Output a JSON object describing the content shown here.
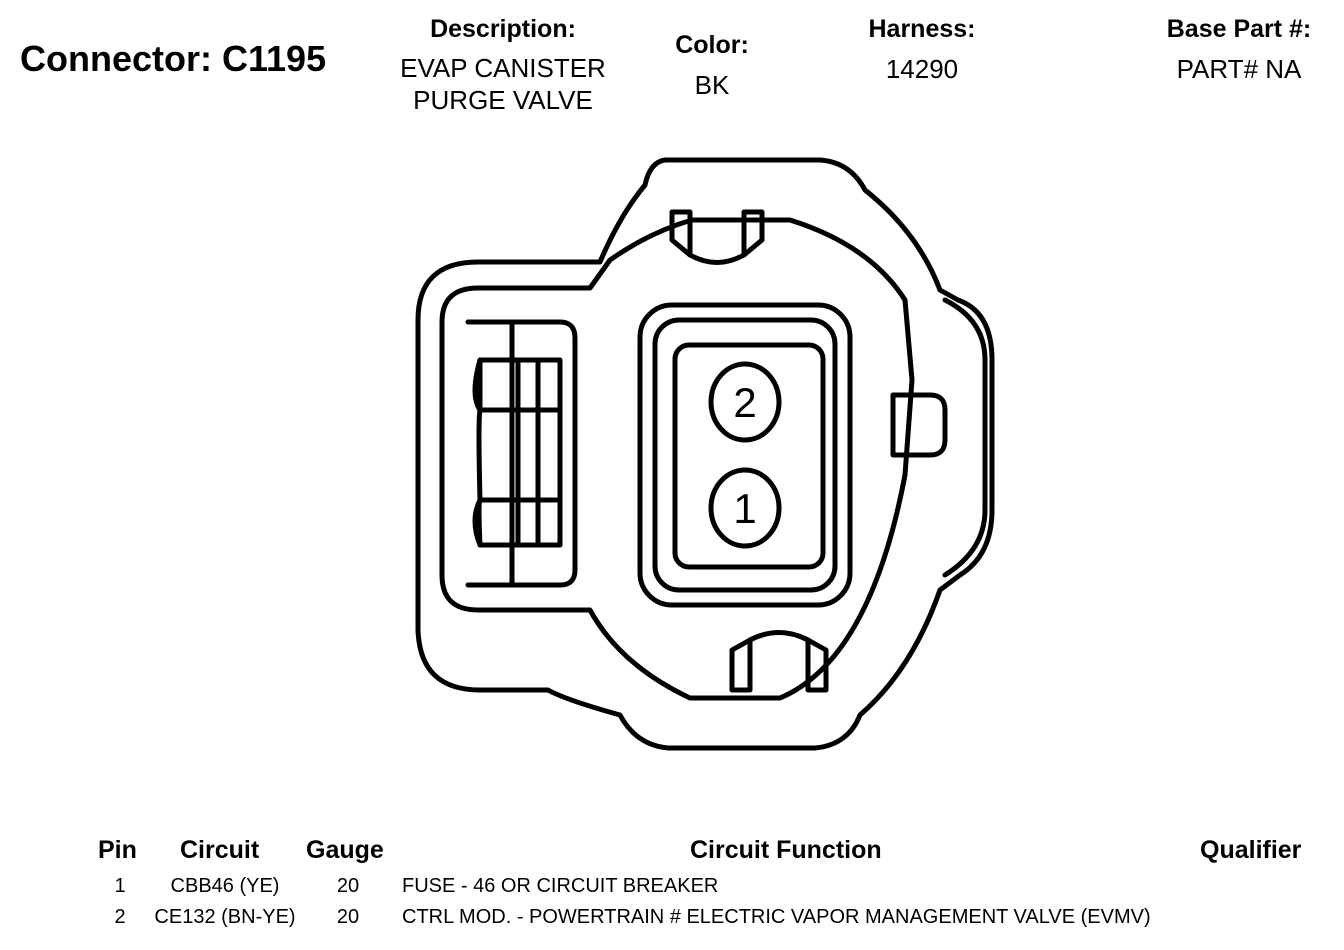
{
  "header": {
    "title": "Connector: C1195",
    "description_label": "Description:",
    "description_line1": "EVAP CANISTER",
    "description_line2": "PURGE VALVE",
    "color_label": "Color:",
    "color_value": "BK",
    "harness_label": "Harness:",
    "harness_value": "14290",
    "base_part_label": "Base Part #:",
    "base_part_value": "PART# NA"
  },
  "diagram": {
    "pins": [
      {
        "label": "2"
      },
      {
        "label": "1"
      }
    ]
  },
  "table": {
    "headers": {
      "pin": "Pin",
      "circuit": "Circuit",
      "gauge": "Gauge",
      "function": "Circuit Function",
      "qualifier": "Qualifier"
    },
    "rows": [
      {
        "pin": "1",
        "circuit": "CBB46 (YE)",
        "gauge": "20",
        "function": "FUSE - 46 OR CIRCUIT BREAKER",
        "qualifier": ""
      },
      {
        "pin": "2",
        "circuit": "CE132 (BN-YE)",
        "gauge": "20",
        "function": "CTRL MOD. - POWERTRAIN # ELECTRIC VAPOR MANAGEMENT VALVE (EVMV)",
        "qualifier": ""
      }
    ]
  }
}
